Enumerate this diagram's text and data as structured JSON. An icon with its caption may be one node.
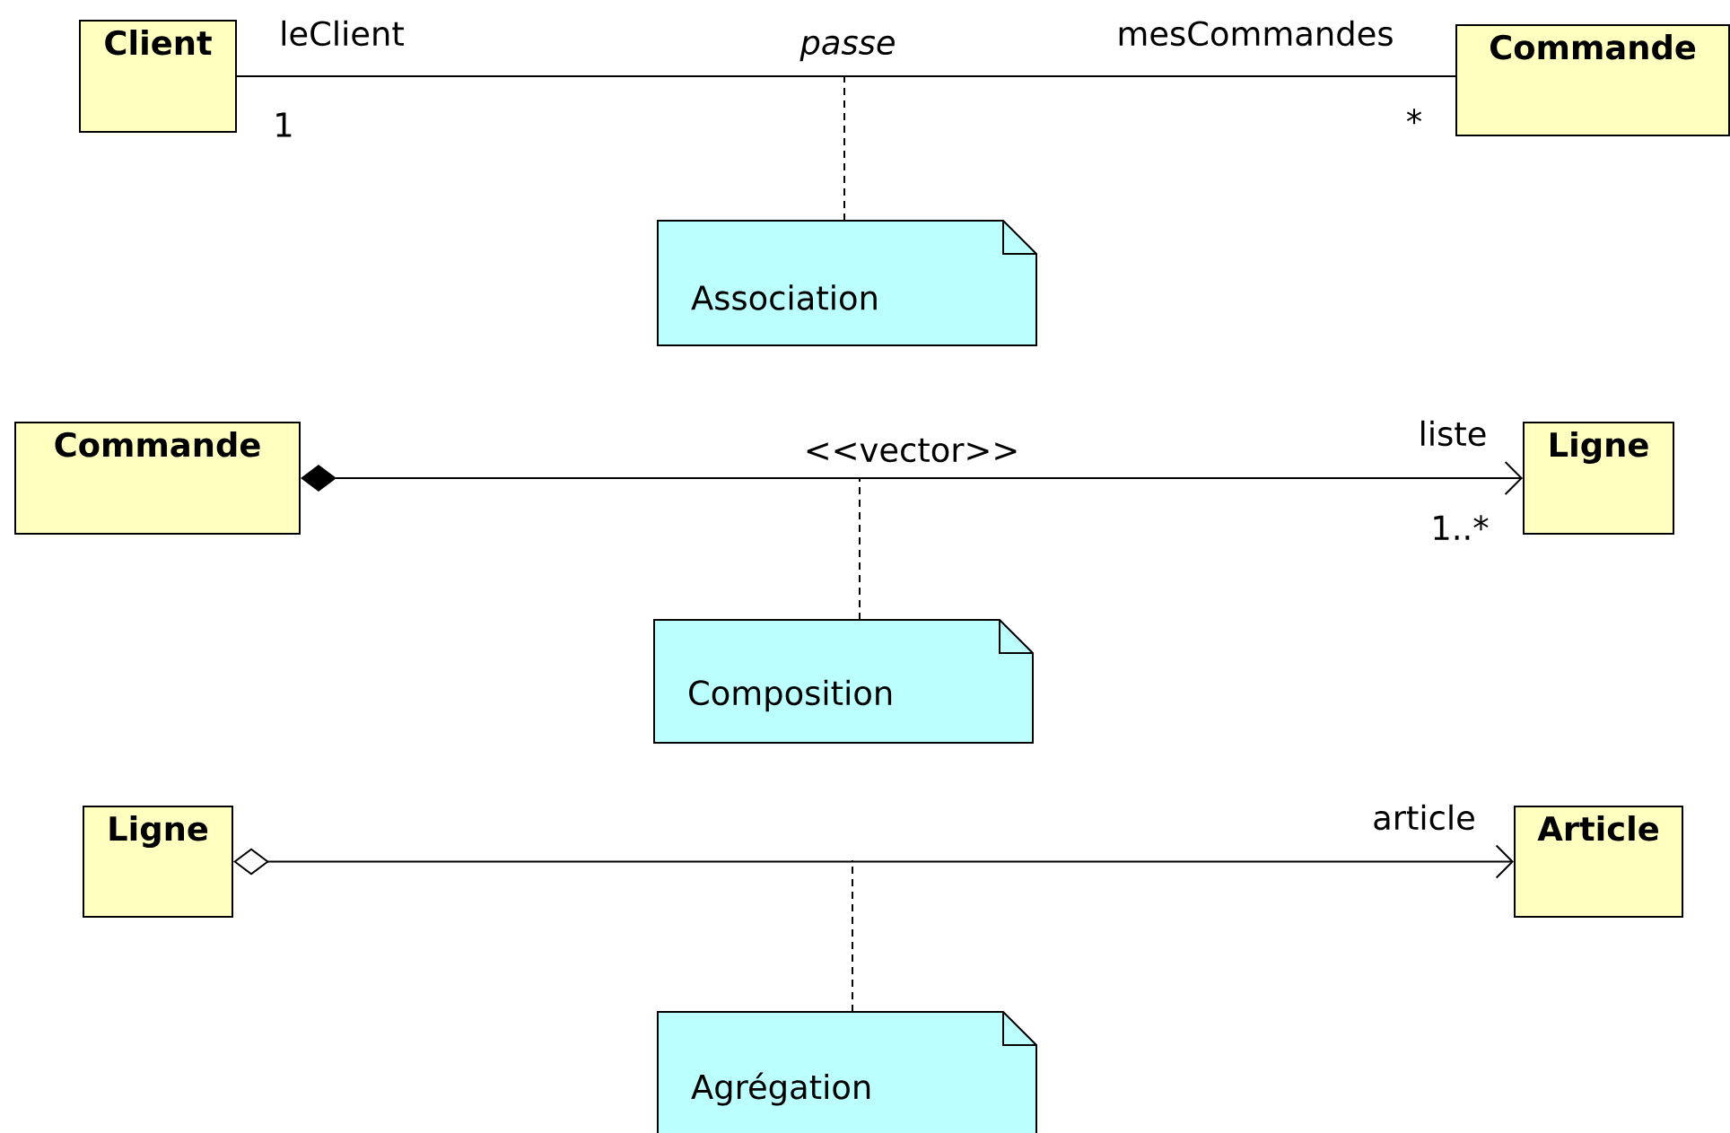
{
  "diagram": {
    "nodes": [
      {
        "text": [
          "Client"
        ]
      },
      {
        "text": [
          "Commande"
        ]
      },
      {
        "text": [
          "Association"
        ]
      },
      {
        "text": [
          "Commande"
        ]
      },
      {
        "text": [
          "Ligne"
        ]
      },
      {
        "text": [
          "Composition"
        ]
      },
      {
        "text": [
          "Ligne"
        ]
      },
      {
        "text": [
          "Article"
        ]
      },
      {
        "text": [
          "Agrégation"
        ]
      }
    ],
    "edges": [
      {
        "from": 0,
        "to": 1,
        "arrow": "none",
        "label": "passe"
      },
      {
        "from": 2,
        "to": null,
        "arrow": "none",
        "style": "dashed"
      },
      {
        "from": 3,
        "to": 4,
        "arrow": "to",
        "label": "<<vector>>"
      },
      {
        "from": 5,
        "to": null,
        "arrow": "none",
        "style": "dashed"
      },
      {
        "from": 6,
        "to": 7,
        "arrow": "to"
      },
      {
        "from": 8,
        "to": null,
        "arrow": "none",
        "style": "dashed"
      }
    ],
    "labels": [
      "leClient",
      "mesCommandes",
      "1",
      "*",
      "liste",
      "1..*",
      "article"
    ]
  }
}
